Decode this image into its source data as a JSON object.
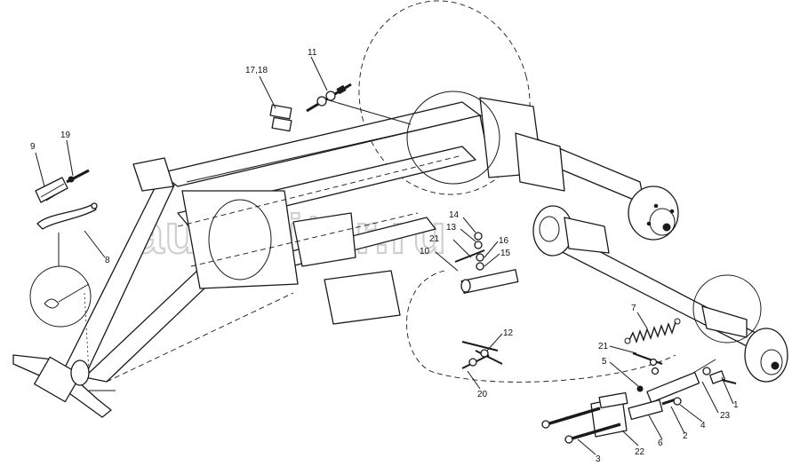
{
  "watermark": {
    "text": "autopiter.ru"
  },
  "callouts": [
    {
      "id": "c-1",
      "text": "1"
    },
    {
      "id": "c-2",
      "text": "2"
    },
    {
      "id": "c-3",
      "text": "3"
    },
    {
      "id": "c-4",
      "text": "4"
    },
    {
      "id": "c-5",
      "text": "5"
    },
    {
      "id": "c-6",
      "text": "6"
    },
    {
      "id": "c-7",
      "text": "7"
    },
    {
      "id": "c-8",
      "text": "8"
    },
    {
      "id": "c-9",
      "text": "9"
    },
    {
      "id": "c-10",
      "text": "10"
    },
    {
      "id": "c-11",
      "text": "11"
    },
    {
      "id": "c-12",
      "text": "12"
    },
    {
      "id": "c-13",
      "text": "13"
    },
    {
      "id": "c-14",
      "text": "14"
    },
    {
      "id": "c-15",
      "text": "15"
    },
    {
      "id": "c-16",
      "text": "16"
    },
    {
      "id": "c-17-18",
      "text": "17,18"
    },
    {
      "id": "c-19",
      "text": "19"
    },
    {
      "id": "c-20",
      "text": "20"
    },
    {
      "id": "c-21a",
      "text": "21"
    },
    {
      "id": "c-21b",
      "text": "21"
    },
    {
      "id": "c-22",
      "text": "22"
    },
    {
      "id": "c-23",
      "text": "23"
    }
  ]
}
